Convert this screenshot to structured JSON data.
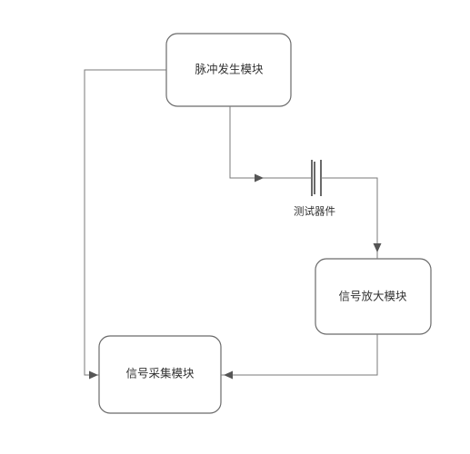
{
  "nodes": {
    "pulse_generator": {
      "label": "脉冲发生模块"
    },
    "signal_amplifier": {
      "label": "信号放大模块"
    },
    "signal_acquisition": {
      "label": "信号采集模块"
    }
  },
  "device_under_test": {
    "label": "测试器件"
  },
  "edges": [
    {
      "from": "pulse_generator",
      "to": "device_under_test"
    },
    {
      "from": "device_under_test",
      "to": "signal_amplifier"
    },
    {
      "from": "signal_amplifier",
      "to": "signal_acquisition"
    },
    {
      "from": "pulse_generator",
      "to": "signal_acquisition"
    }
  ]
}
